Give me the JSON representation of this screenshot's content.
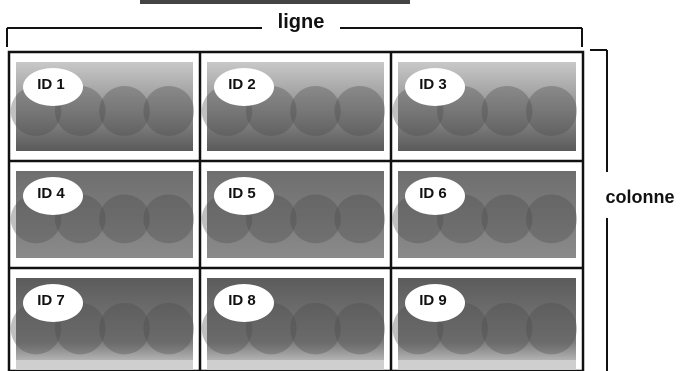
{
  "title_text": "ligne",
  "side_text": "colonne",
  "cells": [
    {
      "id": "ID 1"
    },
    {
      "id": "ID 2"
    },
    {
      "id": "ID 3"
    },
    {
      "id": "ID 4"
    },
    {
      "id": "ID 5"
    },
    {
      "id": "ID 6"
    },
    {
      "id": "ID 7"
    },
    {
      "id": "ID 8"
    },
    {
      "id": "ID 9"
    }
  ],
  "colors": {
    "line": "#111111",
    "photo_bg": "#9a9a9a",
    "grass": "#c9c9c9"
  }
}
